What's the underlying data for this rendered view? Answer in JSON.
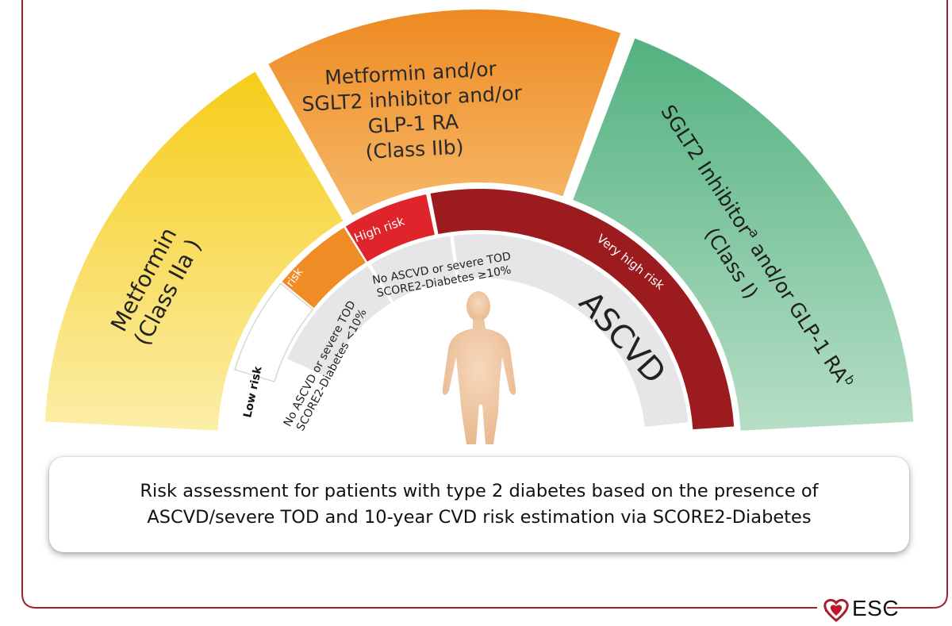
{
  "arcs": {
    "metformin": [
      "Metformin",
      "(Class IIa )"
    ],
    "combo": [
      "Metformin and/or",
      "SGLT2 inhibitor and/or",
      "GLP-1 RA",
      "(Class IIb)"
    ],
    "sglt2_text": "SGLT2 Inhibitor",
    "sglt2_sup_a": "a",
    "sglt2_and": " and/or GLP-1 RA",
    "sglt2_sup_b": "b",
    "sglt2_class": "(Class I)"
  },
  "risk_levels": {
    "low": "Low risk",
    "moderate": "Moderate risk",
    "high": "High risk",
    "very_high": "Very high risk"
  },
  "criteria": {
    "low_moderate": [
      "No ASCVD or severe TOD",
      "SCORE2-Diabetes <10%"
    ],
    "high": [
      "No ASCVD or severe TOD",
      "SCORE2-Diabetes ≥10%"
    ],
    "very_high": "ASCVD"
  },
  "caption": {
    "line1": "Risk assessment for patients with type 2 diabetes based on the presence of",
    "line2": "ASCVD/severe TOD and 10-year CVD risk estimation via SCORE2-Diabetes"
  },
  "logo": {
    "text": "ESC"
  },
  "colors": {
    "frame": "#a3202e",
    "yellow": "#f5d020",
    "orange": "#ef8e25",
    "green": "#5db888",
    "high_red": "#e0242c",
    "very_high_red": "#9b1b1f",
    "moderate_orange": "#f08c26",
    "grey_band": "#e6e6e8"
  }
}
